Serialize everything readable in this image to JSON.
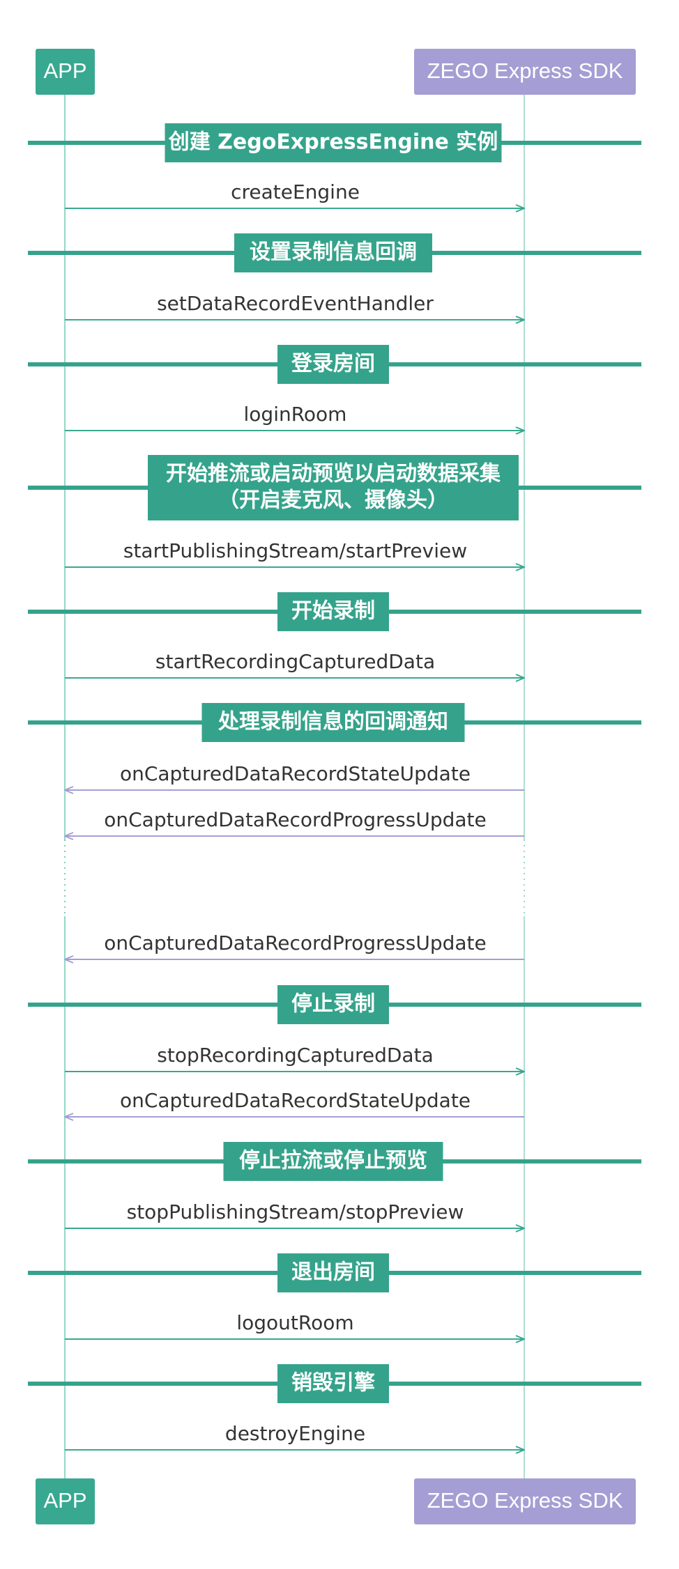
{
  "colors": {
    "app": "#38a890",
    "sdk": "#a59ed4",
    "section": "#35a38b",
    "lifeline_app": "#7ccdb9",
    "lifeline_sdk": "#9ad7c7",
    "arrow_to_sdk": "#38a890",
    "arrow_to_app": "#a59ed4",
    "text": "#333333"
  },
  "actors": {
    "app": "APP",
    "sdk": "ZEGO Express SDK"
  },
  "steps": [
    {
      "type": "section",
      "lines": [
        "创建 ZegoExpressEngine 实例"
      ]
    },
    {
      "type": "message",
      "dir": "to_sdk",
      "label": "createEngine"
    },
    {
      "type": "section",
      "lines": [
        "设置录制信息回调"
      ]
    },
    {
      "type": "message",
      "dir": "to_sdk",
      "label": "setDataRecordEventHandler"
    },
    {
      "type": "section",
      "lines": [
        "登录房间"
      ]
    },
    {
      "type": "message",
      "dir": "to_sdk",
      "label": "loginRoom"
    },
    {
      "type": "section",
      "lines": [
        "开始推流或启动预览以启动数据采集",
        "（开启麦克风、摄像头）"
      ]
    },
    {
      "type": "message",
      "dir": "to_sdk",
      "label": "startPublishingStream/startPreview"
    },
    {
      "type": "section",
      "lines": [
        "开始录制"
      ]
    },
    {
      "type": "message",
      "dir": "to_sdk",
      "label": "startRecordingCapturedData"
    },
    {
      "type": "section",
      "lines": [
        "处理录制信息的回调通知"
      ]
    },
    {
      "type": "message",
      "dir": "to_app",
      "label": "onCapturedDataRecordStateUpdate"
    },
    {
      "type": "message",
      "dir": "to_app",
      "label": "onCapturedDataRecordProgressUpdate"
    },
    {
      "type": "gap"
    },
    {
      "type": "message",
      "dir": "to_app",
      "label": "onCapturedDataRecordProgressUpdate"
    },
    {
      "type": "section",
      "lines": [
        "停止录制"
      ]
    },
    {
      "type": "message",
      "dir": "to_sdk",
      "label": "stopRecordingCapturedData"
    },
    {
      "type": "message",
      "dir": "to_app",
      "label": "onCapturedDataRecordStateUpdate"
    },
    {
      "type": "section",
      "lines": [
        "停止拉流或停止预览"
      ]
    },
    {
      "type": "message",
      "dir": "to_sdk",
      "label": "stopPublishingStream/stopPreview"
    },
    {
      "type": "section",
      "lines": [
        "退出房间"
      ]
    },
    {
      "type": "message",
      "dir": "to_sdk",
      "label": "logoutRoom"
    },
    {
      "type": "section",
      "lines": [
        "销毁引擎"
      ]
    },
    {
      "type": "message",
      "dir": "to_sdk",
      "label": "destroyEngine"
    }
  ]
}
